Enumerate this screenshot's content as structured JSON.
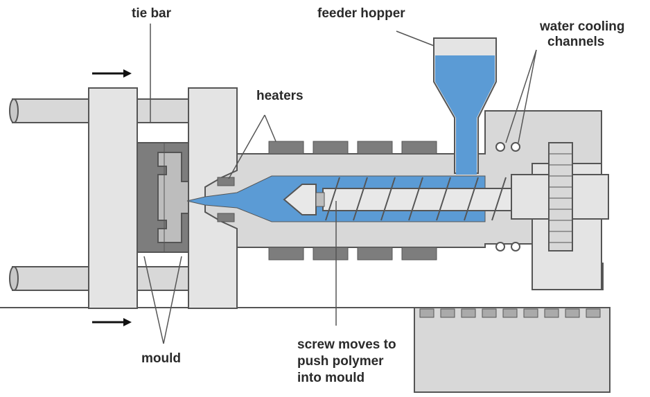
{
  "labels": {
    "tie_bar": "tie bar",
    "feeder_hopper": "feeder hopper",
    "water_cooling_1": "water cooling",
    "water_cooling_2": "channels",
    "heaters": "heaters",
    "mould": "mould",
    "screw_1": "screw moves to",
    "screw_2": "push polymer",
    "screw_3": "into mould"
  },
  "colors": {
    "polymer": "#5b9bd5",
    "metal_light": "#d8d8d8",
    "metal_mid": "#bdbdbd",
    "metal_dark": "#7d7d7d",
    "outline": "#555555",
    "text": "#2a2a2a"
  }
}
